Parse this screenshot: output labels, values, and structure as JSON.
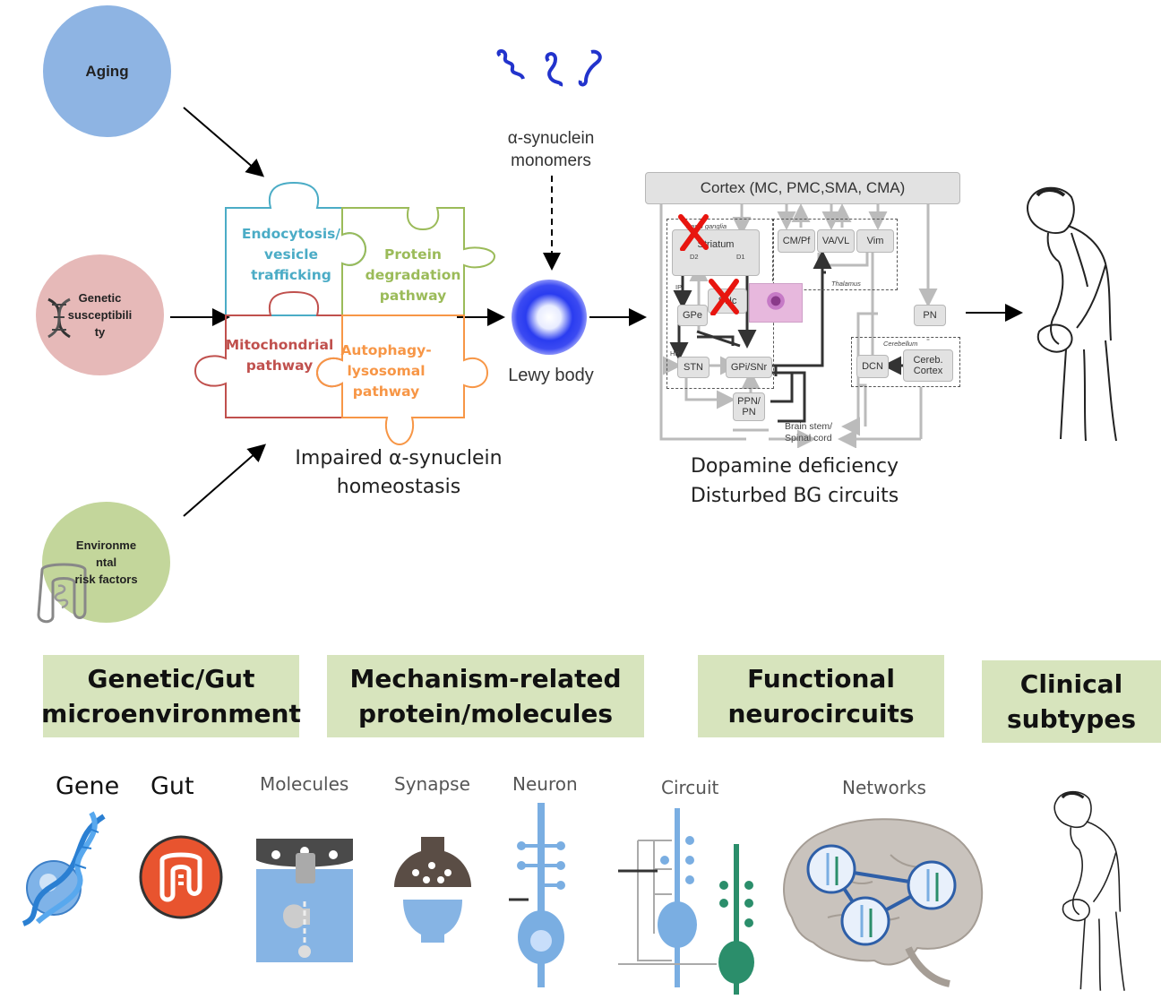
{
  "risk_factors": {
    "aging": "Aging",
    "genetic": "Genetic\nsusceptibili\nty",
    "environmental": "Environme\nntal\nrisk factors"
  },
  "puzzle": {
    "endocytosis": "Endocytosis/\nvesicle\ntrafficking",
    "protein": "Protein\ndegradation\npathway",
    "mitochondrial": "Mitochondrial\npathway",
    "autophagy": "Autophagy-\nlysosomal\npathway",
    "caption": "Impaired α-synuclein\nhomeostasis"
  },
  "alpha_syn": {
    "monomers": "α-synuclein\nmonomers",
    "lewy_body": "Lewy body"
  },
  "circuit": {
    "cortex": "Cortex (MC, PMC,SMA, CMA)",
    "basal_ganglia": "Basal ganglia",
    "striatum": "Striatum",
    "d2": "D2",
    "d1": "D1",
    "ip": "IP",
    "snc": "SNc",
    "gpe": "GPe",
    "hp": "HP",
    "stn": "STN",
    "gpi": "GPi/SNr",
    "cmpf": "CM/Pf",
    "vavl": "VA/VL",
    "vim": "Vim",
    "thalamus": "Thalamus",
    "pn": "PN",
    "cerebellum": "Cerebellum",
    "dcn": "DCN",
    "cereb_cortex": "Cereb.\nCortex",
    "ppn": "PPN/\nPN",
    "brainstem": "Brain stem/\nSpinal cord",
    "caption": "Dopamine  deficiency\nDisturbed  BG circuits"
  },
  "banners": {
    "genetic_gut": "Genetic/Gut\nmicroenvironment",
    "mechanism": "Mechanism-related\nprotein/molecules",
    "functional": "Functional\nneurocircuits",
    "clinical": "Clinical\nsubtypes"
  },
  "icons": {
    "gene": "Gene",
    "gut": "Gut",
    "molecules": "Molecules",
    "synapse": "Synapse",
    "neuron": "Neuron",
    "circuit": "Circuit",
    "networks": "Networks"
  },
  "colors": {
    "aging": "#8eb4e3",
    "genetic": "#e6b9b8",
    "environmental": "#c3d69b",
    "endocytosis": "#4bacc6",
    "protein": "#9bbb59",
    "mitochondrial": "#c0504d",
    "autophagy": "#f79646",
    "banner": "#d7e4bd"
  }
}
